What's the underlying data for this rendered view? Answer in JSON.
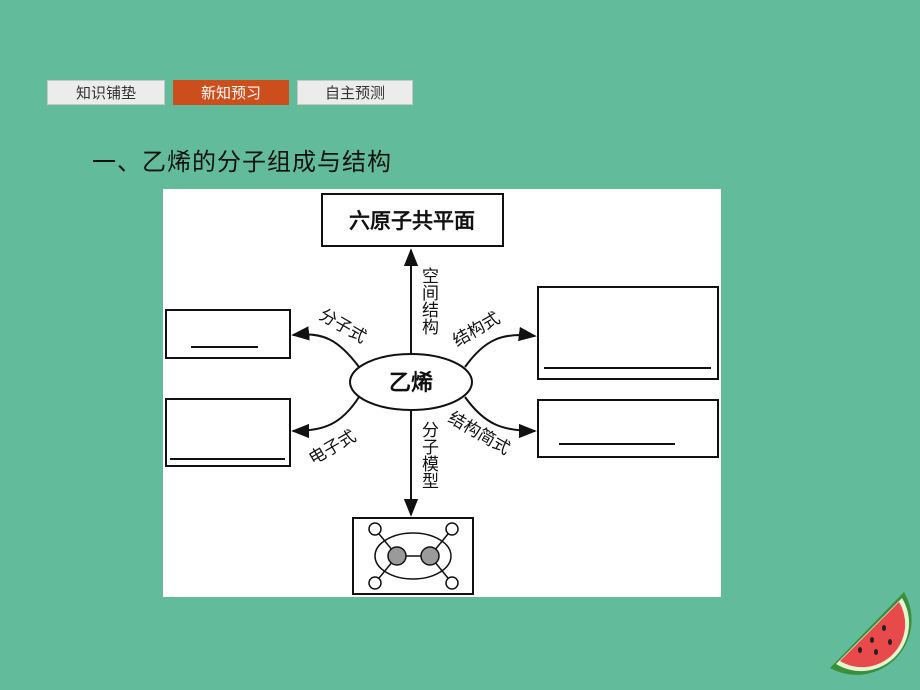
{
  "tabs": [
    {
      "label": "知识铺垫"
    },
    {
      "label": "新知预习"
    },
    {
      "label": "自主预测"
    }
  ],
  "section_title": "一、乙烯的分子组成与结构",
  "diagram": {
    "center": "乙烯",
    "top_box": "六原子共平面",
    "arrow_labels": {
      "top": "空间结构",
      "bottom": "分子模型",
      "upper_left": "分子式",
      "lower_left": "电子式",
      "upper_right": "结构式",
      "lower_right": "结构简式"
    }
  },
  "colors": {
    "background": "#62bc9b",
    "active_tab": "#cc4e1c",
    "inactive_tab": "#ececec"
  }
}
